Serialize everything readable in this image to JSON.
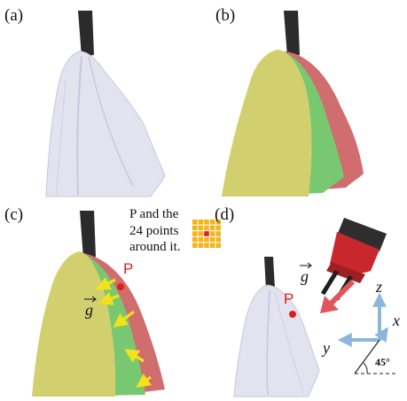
{
  "panels": {
    "a": {
      "label": "(a)"
    },
    "b": {
      "label": "(b)"
    },
    "c": {
      "label": "(c)",
      "note_lines": [
        "P and the",
        "24 points",
        "around it."
      ],
      "point_label": "P",
      "gravity_symbol": "g"
    },
    "d": {
      "label": "(d)",
      "point_label": "P",
      "gravity_symbol": "g",
      "axes": {
        "z": "z",
        "x": "x",
        "y": "y"
      },
      "angle_label": "45°"
    }
  },
  "colors": {
    "cloth_white": "#e3e2ef",
    "cloth_shade": "#c9c8dc",
    "region_yellow": "#d2d06e",
    "region_green": "#77c870",
    "region_red": "#cf6d6f",
    "hook": "#2b2b2b",
    "arrow_yellow": "#f5e11a",
    "point_red": "#e11d1d",
    "gravity_arrow": "#e2555c",
    "axis_blue": "#8db6dd",
    "grid_yellow": "#f2b51c"
  }
}
